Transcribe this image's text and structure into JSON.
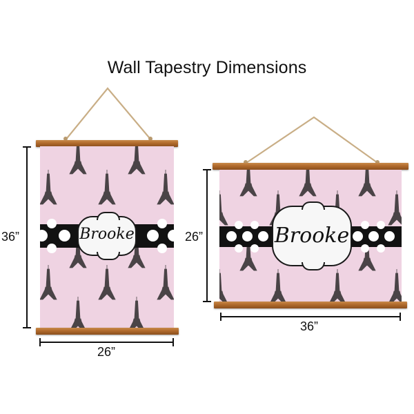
{
  "title": "Wall Tapestry Dimensions",
  "left_tapestry": {
    "orientation": "portrait",
    "height_label": "36”",
    "width_label": "26”",
    "name_text": "Brooke"
  },
  "right_tapestry": {
    "orientation": "landscape",
    "height_label": "26”",
    "width_label": "36”",
    "name_text": "Brooke"
  },
  "colors": {
    "fabric_pink": "#efd3e2",
    "band_black": "#121212",
    "polka_dot_white": "#ffffff",
    "dowel_wood": "#b06a2c",
    "rope_twine": "#c9ae86",
    "tower_gray": "#4a4447"
  },
  "pattern": {
    "motif": "eiffel-tower",
    "band": "black-white-polka-dot",
    "label_shape": "scalloped-frame"
  }
}
